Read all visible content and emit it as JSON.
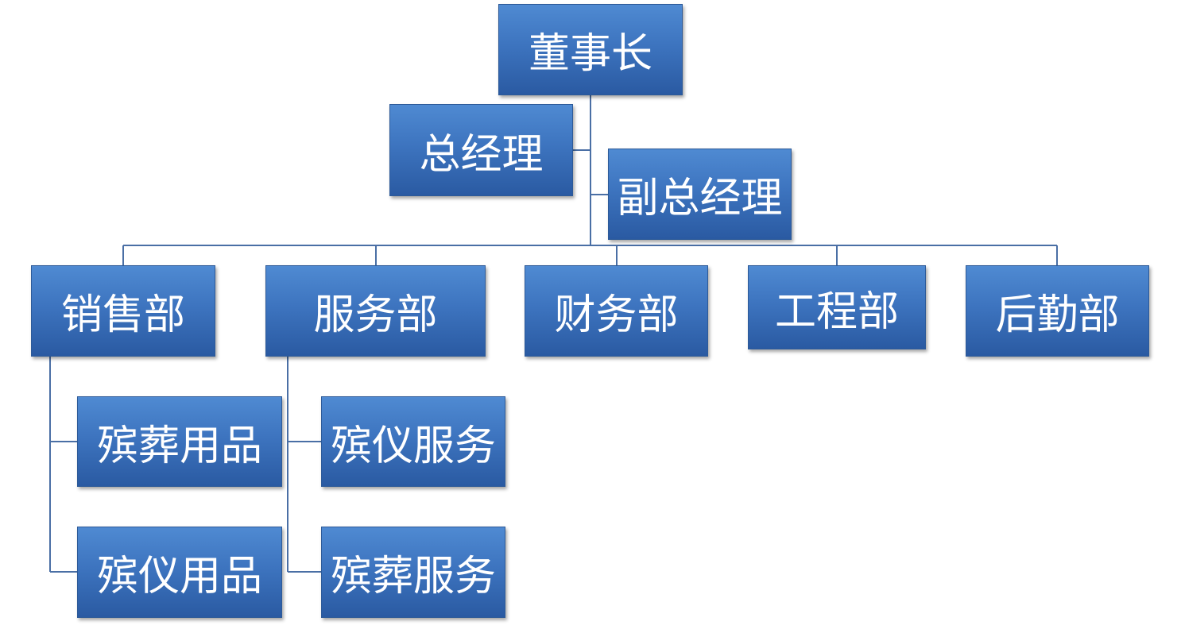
{
  "chart": {
    "chairman": "董事长",
    "general_manager": "总经理",
    "deputy_general_manager": "副总经理",
    "departments": [
      "销售部",
      "服务部",
      "财务部",
      "工程部",
      "后勤部"
    ],
    "sales_sub": [
      "殡葬用品",
      "殡仪用品"
    ],
    "service_sub": [
      "殡仪服务",
      "殡葬服务"
    ]
  },
  "colors": {
    "box_top": "#4f8ad2",
    "box_bottom": "#2a5aa2",
    "line": "#4a6fa5",
    "text": "#ffffff"
  }
}
